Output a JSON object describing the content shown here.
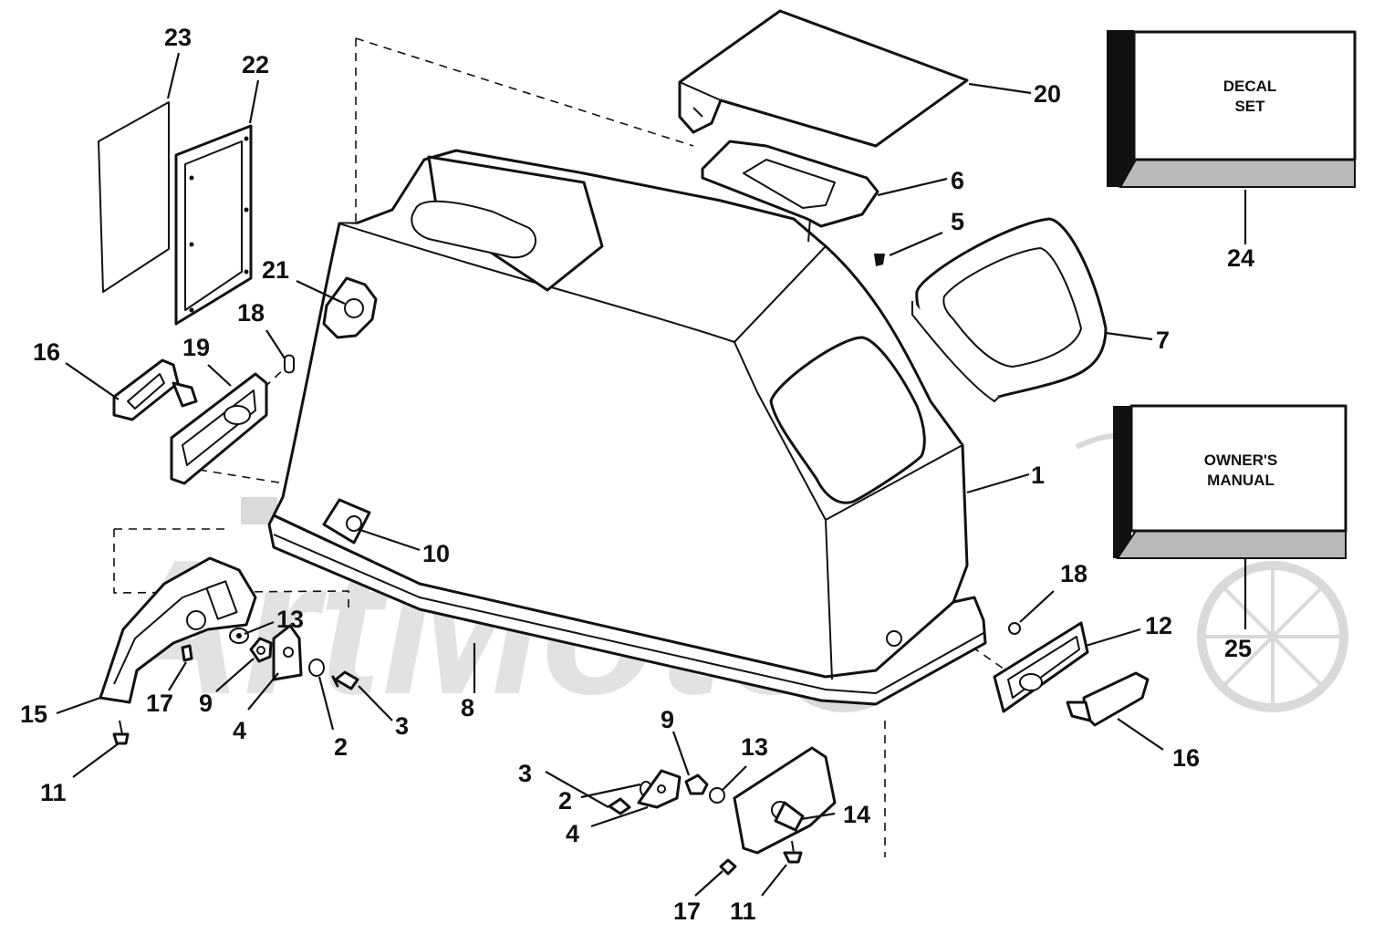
{
  "boxes": {
    "decal_set": [
      "DECAL",
      "SET"
    ],
    "owners_manual": [
      "OWNER'S",
      "MANUAL"
    ]
  },
  "callouts": {
    "c1": "1",
    "c2a": "2",
    "c2b": "2",
    "c3a": "3",
    "c3b": "3",
    "c4a": "4",
    "c4b": "4",
    "c5": "5",
    "c6": "6",
    "c7": "7",
    "c8": "8",
    "c9a": "9",
    "c9b": "9",
    "c10": "10",
    "c11a": "11",
    "c11b": "11",
    "c12": "12",
    "c13a": "13",
    "c13b": "13",
    "c14": "14",
    "c15": "15",
    "c16a": "16",
    "c16b": "16",
    "c17a": "17",
    "c17b": "17",
    "c18a": "18",
    "c18b": "18",
    "c19": "19",
    "c20": "20",
    "c21": "21",
    "c22": "22",
    "c23": "23",
    "c24": "24",
    "c25": "25"
  },
  "watermark": "ArtMoto"
}
